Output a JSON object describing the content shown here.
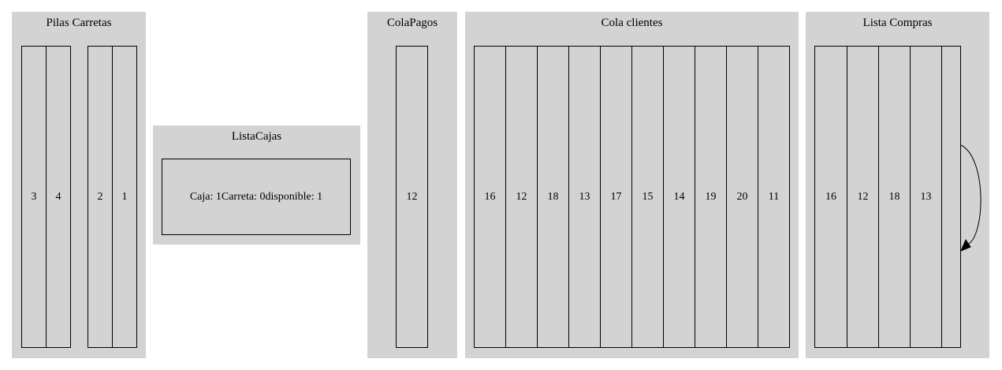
{
  "pilas_carretas": {
    "title": "Pilas Carretas",
    "stack_a": [
      "3",
      "4"
    ],
    "stack_b": [
      "2",
      "1"
    ]
  },
  "lista_cajas": {
    "title": "ListaCajas",
    "node": "Caja: 1Carreta: 0disponible: 1"
  },
  "cola_pagos": {
    "title": "ColaPagos",
    "items": [
      "12"
    ]
  },
  "cola_clientes": {
    "title": "Cola clientes",
    "items": [
      "16",
      "12",
      "18",
      "13",
      "17",
      "15",
      "14",
      "19",
      "20",
      "11"
    ]
  },
  "lista_compras": {
    "title": "Lista Compras",
    "items": [
      "16",
      "12",
      "18",
      "13",
      ""
    ]
  },
  "colors": {
    "cluster_fill": "#d3d3d3",
    "stroke": "#000000",
    "background": "#ffffff"
  }
}
